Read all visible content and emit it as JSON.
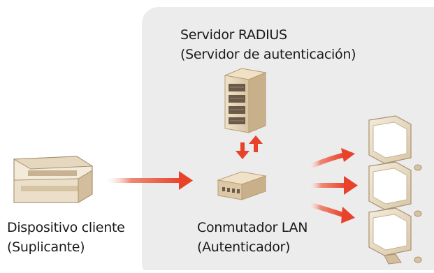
{
  "diagram": {
    "colors": {
      "zone_bg": "#ececec",
      "arrow": "#e8432a",
      "text": "#1a1a1a"
    },
    "radius_server": {
      "line1": "Servidor RADIUS",
      "line2": "(Servidor de autenticación)",
      "icon": "server-rack-icon"
    },
    "client_device": {
      "line1": "Dispositivo cliente",
      "line2": "(Suplicante)",
      "icon": "printer-icon"
    },
    "lan_switch": {
      "line1": "Conmutador LAN",
      "line2": "(Autenticador)",
      "icon": "network-switch-icon"
    },
    "computers": {
      "icon": "computer-monitor-icon",
      "count": 3
    }
  }
}
